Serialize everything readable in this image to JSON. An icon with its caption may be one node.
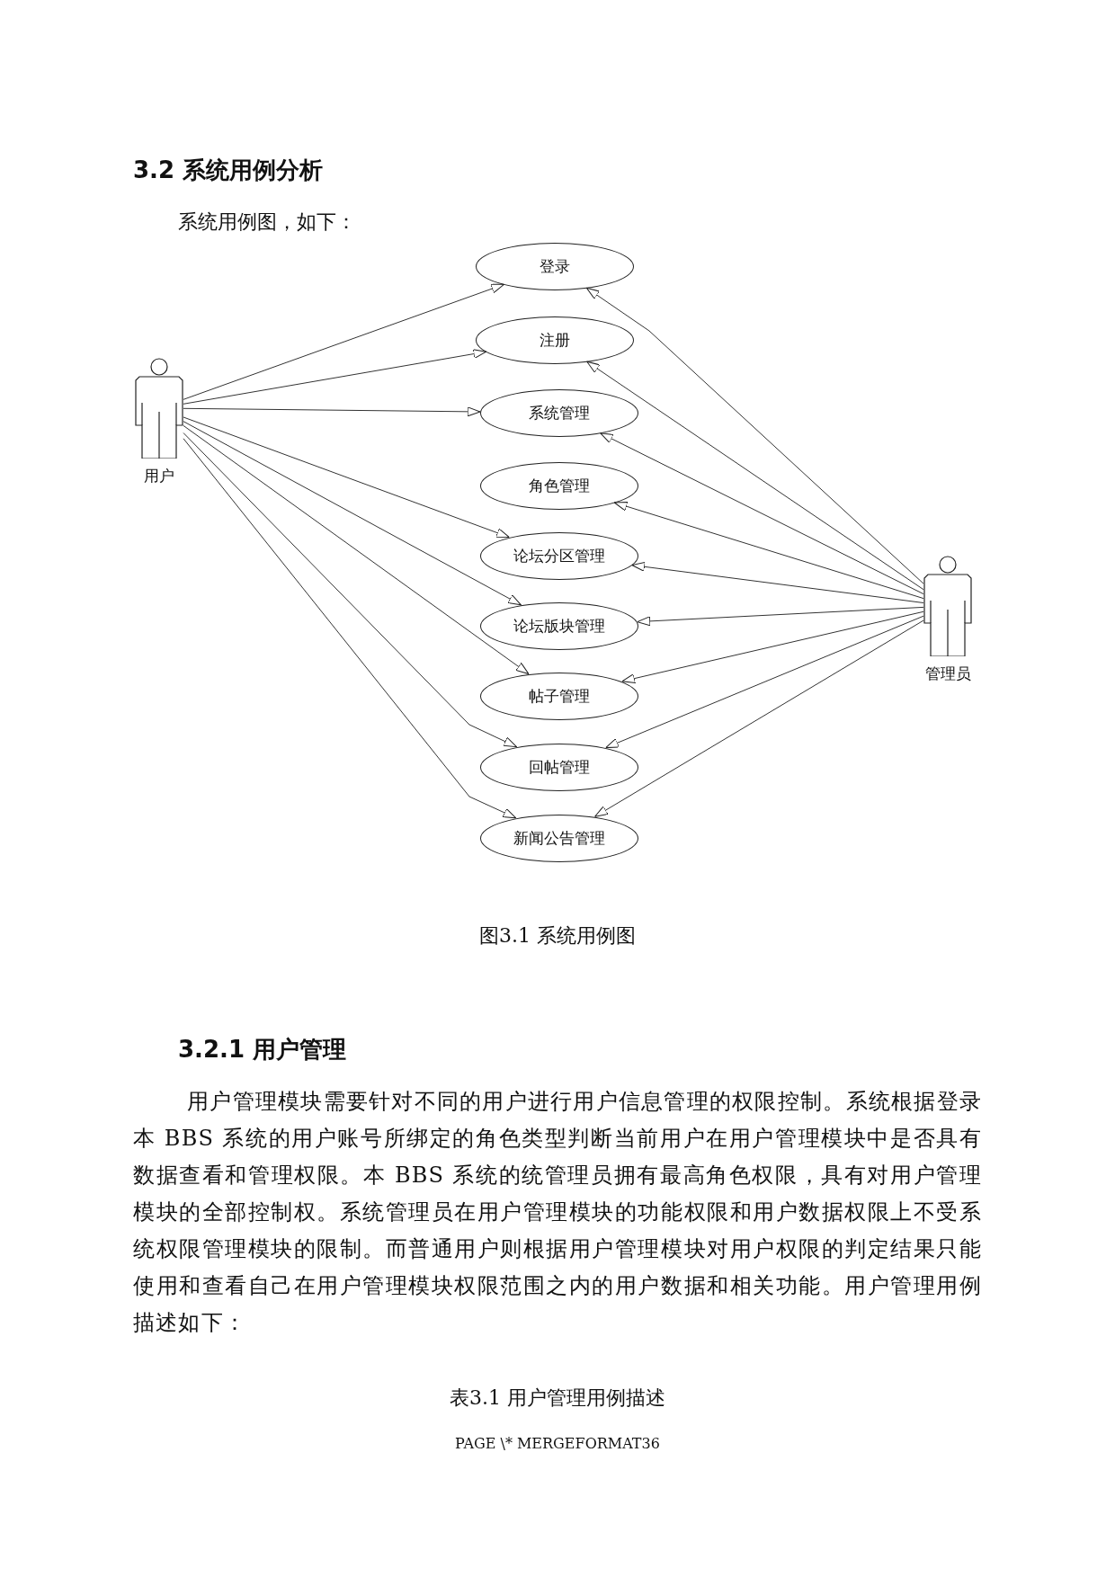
{
  "diagram": {
    "title": "3.2 系统用例分析",
    "caption": "图3.1 系统用例图",
    "nodes": [
      {
        "text": [
          "用户"
        ]
      },
      {
        "text": [
          "登录"
        ]
      },
      {
        "text": [
          "注册"
        ]
      },
      {
        "text": [
          "系统管理"
        ]
      },
      {
        "text": [
          "角色管理"
        ]
      },
      {
        "text": [
          "论坛分区管理"
        ]
      },
      {
        "text": [
          "论坛版块管理"
        ]
      },
      {
        "text": [
          "帖子管理"
        ]
      },
      {
        "text": [
          "回帖管理"
        ]
      },
      {
        "text": [
          "新闻公告管理"
        ]
      },
      {
        "text": [
          "管理员"
        ]
      }
    ],
    "edges": [
      {
        "from": 0,
        "to": 1,
        "arrow": "to"
      },
      {
        "from": 0,
        "to": 2,
        "arrow": "to"
      },
      {
        "from": 0,
        "to": 3,
        "arrow": "to"
      },
      {
        "from": 0,
        "to": 5,
        "arrow": "to"
      },
      {
        "from": 0,
        "to": 6,
        "arrow": "to"
      },
      {
        "from": 0,
        "to": 7,
        "arrow": "to"
      },
      {
        "from": 0,
        "to": 8,
        "arrow": "to"
      },
      {
        "from": 0,
        "to": 9,
        "arrow": "to"
      },
      {
        "from": 10,
        "to": 1,
        "arrow": "to"
      },
      {
        "from": 10,
        "to": 2,
        "arrow": "to"
      },
      {
        "from": 10,
        "to": 3,
        "arrow": "to"
      },
      {
        "from": 10,
        "to": 4,
        "arrow": "to"
      },
      {
        "from": 10,
        "to": 5,
        "arrow": "to"
      },
      {
        "from": 10,
        "to": 6,
        "arrow": "to"
      },
      {
        "from": 10,
        "to": 7,
        "arrow": "to"
      },
      {
        "from": 10,
        "to": 8,
        "arrow": "to"
      },
      {
        "from": 10,
        "to": 9,
        "arrow": "to"
      }
    ],
    "labels": [
      "系统用例图，如下：",
      "3.2.1 用户管理",
      "用户管理模块需要针对不同的用户进行用户信息管理的权限控制。系统根据登录本 BBS 系统的用户账号所绑定的角色类型判断当前用户在用户管理模块中是否具有数据查看和管理权限。本 BBS 系统的统管理员拥有最高角色权限，具有对用户管理模块的全部控制权。系统管理员在用户管理模块的功能权限和用户数据权限上不受系统权限管理模块的限制。而普通用户则根据用户管理模块对用户权限的判定结果只能使用和查看自己在用户管理模块权限范围之内的用户数据和相关功能。用户管理用例描述如下：",
      "表3.1 用户管理用例描述",
      "PAGE \\* MERGEFORMAT36"
    ]
  }
}
